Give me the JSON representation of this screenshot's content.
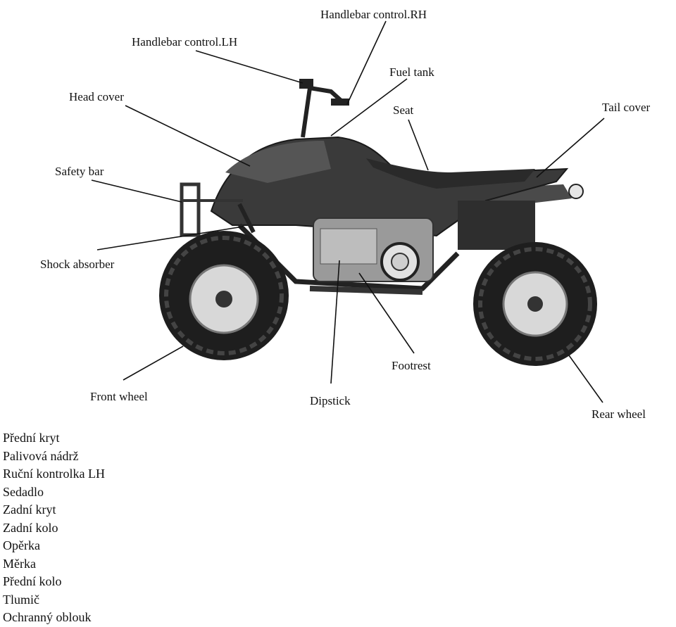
{
  "labels": {
    "handlebar_rh": "Handlebar control.RH",
    "handlebar_lh": "Handlebar control.LH",
    "fuel_tank": "Fuel tank",
    "head_cover": "Head cover",
    "seat": "Seat",
    "tail_cover": "Tail cover",
    "safety_bar": "Safety bar",
    "shock_absorber": "Shock absorber",
    "footrest": "Footrest",
    "front_wheel": "Front wheel",
    "dipstick": "Dipstick",
    "rear_wheel": "Rear wheel"
  },
  "translations": [
    "Přední kryt",
    "Palivová nádrž",
    "Ruční kontrolka LH",
    "Sedadlo",
    "Zadní kryt",
    "Zadní kolo",
    "Opěrka",
    "Měrka",
    "Přední kolo",
    "Tlumič",
    "Ochranný oblouk"
  ],
  "colors": {
    "ink": "#111111",
    "body_dark": "#3a3a3a",
    "tire": "#1e1e1e",
    "rim": "#d8d8d8"
  }
}
